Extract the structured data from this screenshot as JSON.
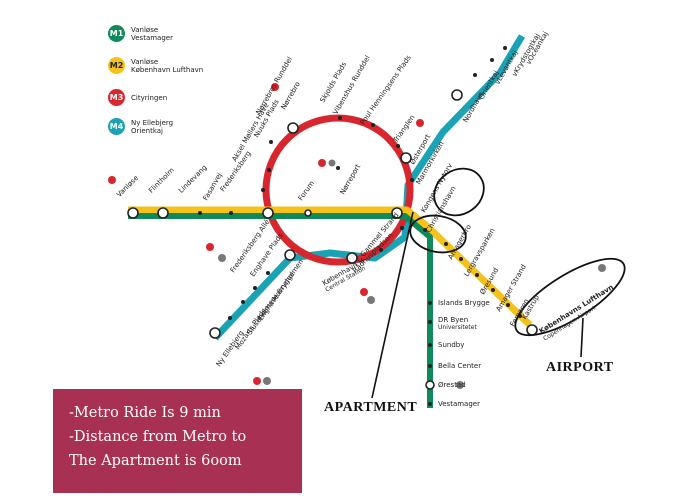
{
  "legend": [
    {
      "badge": "M1",
      "color": "#0f8a5a",
      "lines": [
        "Vanløse",
        "Vestamager"
      ]
    },
    {
      "badge": "M2",
      "color": "#f5c21b",
      "lines": [
        "Vanløse",
        "København Lufthavn"
      ]
    },
    {
      "badge": "M3",
      "color": "#d8262e",
      "lines": [
        "Cityringen"
      ]
    },
    {
      "badge": "M4",
      "color": "#1ba3b5",
      "lines": [
        "Ny Ellebjerg",
        "Orientkaj"
      ]
    }
  ],
  "colors": {
    "m1": "#0f8a5a",
    "m2": "#f5c21b",
    "m3": "#d8262e",
    "m4": "#1ba3b5",
    "info_box": "#a83052"
  },
  "stations": {
    "vanlose": "Vanløse",
    "flintholm": "Flintholm",
    "lindevang": "Lindevang",
    "fasanvej": "Fasanvej",
    "frederiksberg": "Frederiksberg",
    "aksel": "Aksel Møllers Have",
    "nuuks": "Nuuks Plads",
    "norrebros_runddel": "Nørrebros Runddel",
    "norrebro": "Nørrebro",
    "skjolds": "Skjolds Plads",
    "vibenshus": "Vibenshus Runddel",
    "poul": "Poul Henningsens Plads",
    "trianglen": "Trianglen",
    "osterport": "Østerport",
    "marmorkirken": "Marmorkirken",
    "kongens": "Kongens Nytorv",
    "forum": "Forum",
    "norreport": "Nørreport",
    "christianshavn": "Christianshavn",
    "amagerbro": "Amagerbro",
    "lergravsparken": "Lergravsparken",
    "oresund": "Øresund",
    "amager_strand": "Amager Strand",
    "femoren": "Femøren",
    "kastrup": "Kastrup",
    "lufthavn": "Københavns Lufthavn",
    "lufthavn_sub": "Copenhagen Airport",
    "fred_alle": "Frederiksberg Allé",
    "enghave_plads": "Enghave Plads",
    "havneholmen": "Havneholmen",
    "enghave_brygge": "Enghave Brygge",
    "sluseholmen": "Sluseholmen",
    "mozarts": "Mozarts Plads",
    "ny_ellebjerg": "Ny Ellebjerg",
    "kobenhavn_h": "København H",
    "central": "Central Station",
    "radhus": "Rådhuspladsen",
    "gammel": "Gammel Strand",
    "islands": "Islands Brygge",
    "dr_byen": "DR Byen",
    "dr_sub": "Universitetet",
    "sundby": "Sundby",
    "bella": "Bella Center",
    "orestad": "Ørestad",
    "vestamager": "Vestamager",
    "nordhavn": "Nordhavn",
    "orientkaj": "Orientkaj",
    "levantkaj": "vLevantkaj",
    "krydstogtkaj": "vKrydstogtkaj",
    "oceankaj": "vOceankaj"
  },
  "annotations": {
    "apartment": "APARTMENT",
    "airport": "AIRPORT"
  },
  "info": {
    "lines": [
      "-Metro Ride Is 9 min",
      "-Distance from Metro to",
      "The Apartment is 6oom"
    ]
  }
}
